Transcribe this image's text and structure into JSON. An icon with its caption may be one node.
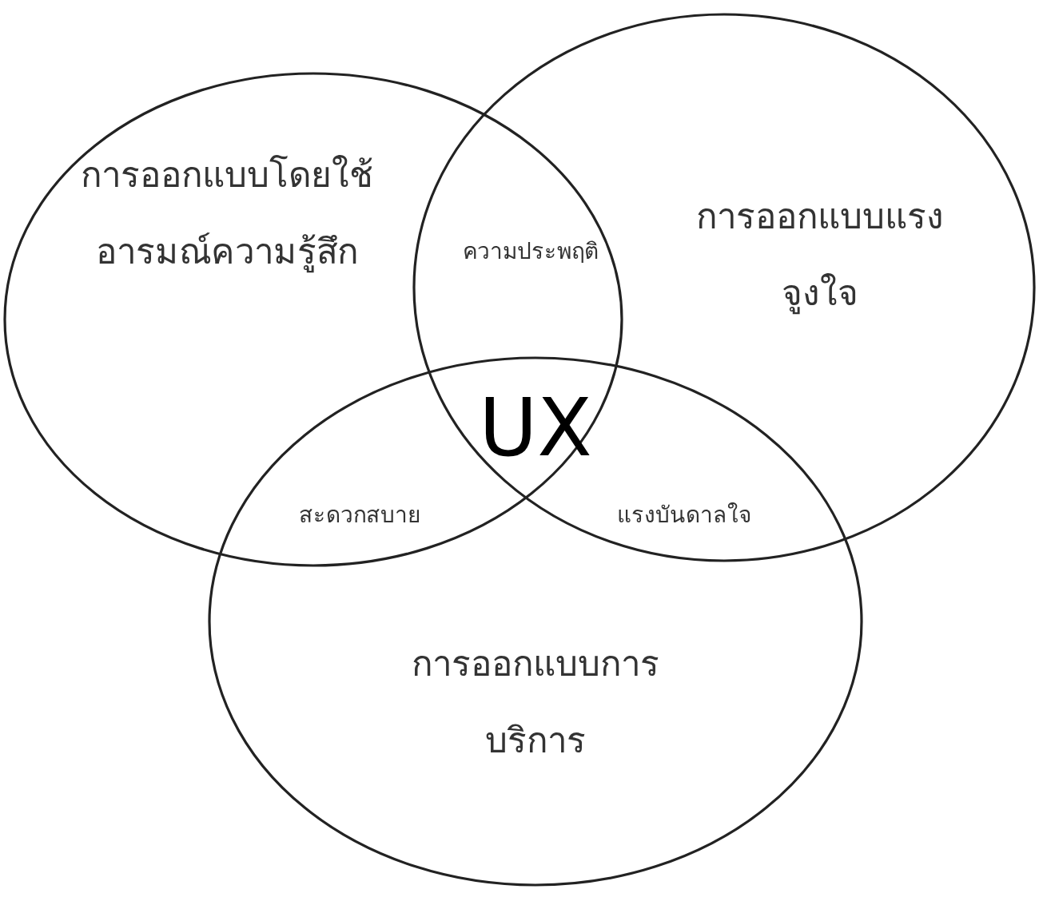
{
  "diagram": {
    "nodes": [
      {
        "text": [
          "การออกแบบโดยใช้อารมณ์ความรู้สึก"
        ]
      },
      {
        "text": [
          "การออกแบบแรงจูงใจ"
        ]
      },
      {
        "text": [
          "การออกแบบการบริการ"
        ]
      }
    ],
    "labels": [
      "ความประพฤติ",
      "UX",
      "สะดวกสบาย",
      "แรงบันดาลใจ"
    ]
  }
}
